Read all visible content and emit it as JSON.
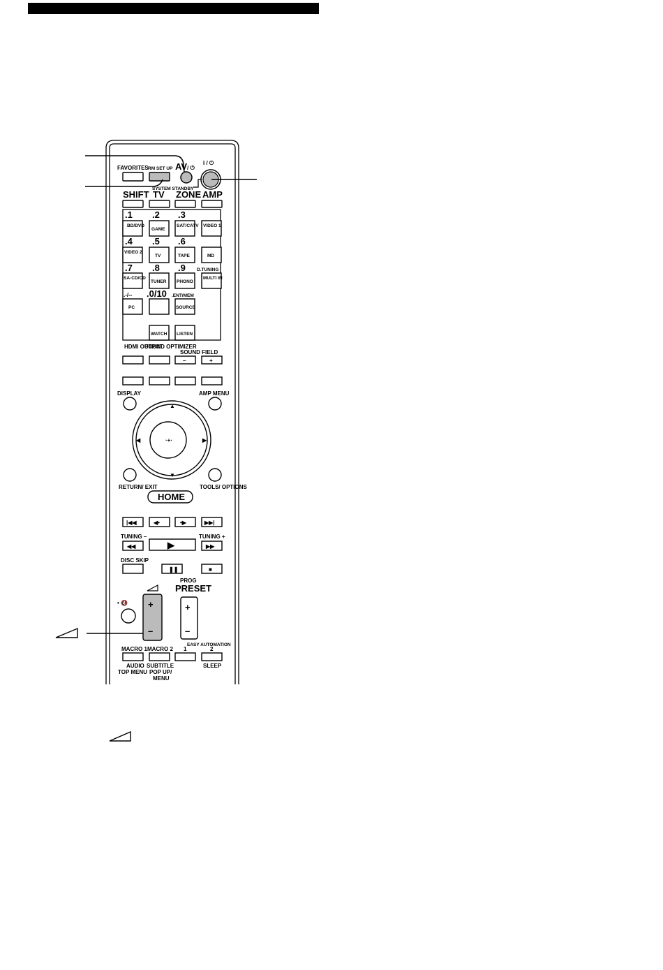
{
  "remote": {
    "top": {
      "favorites": "FAVORITES",
      "rm_set_up": "RM SET UP",
      "av_power": "AV",
      "av_power_symbol": "/ ⏻",
      "power_symbol": "I / ⏻",
      "system_standby": "SYSTEM STANDBY"
    },
    "input_row": [
      "SHIFT",
      "TV",
      "ZONE",
      "AMP"
    ],
    "numpad": {
      "numbers": [
        ".1",
        ".2",
        ".3",
        ".4",
        ".5",
        ".6",
        ".7",
        ".8",
        ".9",
        ".-/--",
        ".0/10",
        ".ENT/MEM"
      ],
      "keys": [
        "BD/DVD",
        "GAME",
        "SAT/CATV",
        "VIDEO 1",
        "VIDEO 2",
        "TV",
        "TAPE",
        "MD",
        "SA-CD/CD",
        "TUNER",
        "PHONO",
        "MULTI IN",
        "PC",
        "",
        "SOURCE",
        "WATCH",
        "LISTEN"
      ],
      "d_tuning": "D.TUNING"
    },
    "sound": {
      "hdmi_output": "HDMI OUTPUT",
      "sound_optimizer": "SOUND OPTIMIZER",
      "sound_field": "SOUND FIELD",
      "minus": "–",
      "plus": "+"
    },
    "nav": {
      "display": "DISPLAY",
      "amp_menu": "AMP MENU",
      "return_exit": "RETURN/ EXIT",
      "tools_options": "TOOLS/ OPTIONS",
      "home": "HOME"
    },
    "transport": {
      "tuning_minus": "TUNING –",
      "tuning_plus": "TUNING +",
      "disc_skip": "DISC SKIP"
    },
    "volume": {
      "prog": "PROG",
      "preset": "PRESET",
      "plus": "+",
      "minus": "–"
    },
    "bottom": {
      "macro1": "MACRO 1",
      "macro2": "MACRO 2",
      "easy_automation": "EASY AUTOMATION",
      "ea1": "1",
      "ea2": "2",
      "audio": "AUDIO",
      "top_menu": "TOP MENU",
      "subtitle": "SUBTITLE",
      "popup": "POP UP/",
      "menu": "MENU",
      "sleep": "SLEEP"
    }
  }
}
